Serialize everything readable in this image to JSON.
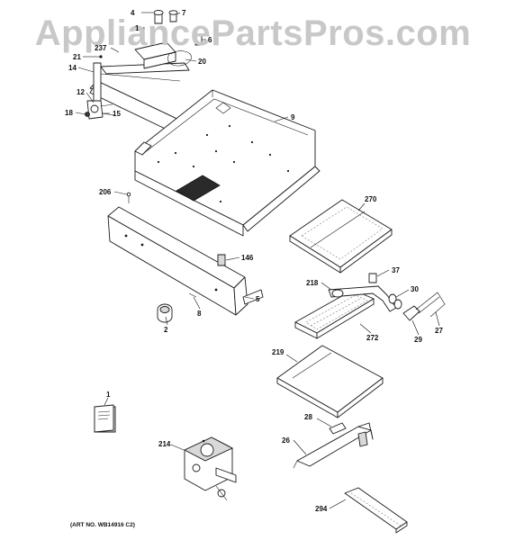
{
  "watermark": "AppliancePartsPros.com",
  "art_number": "(ART NO. WB14916 C2)",
  "callouts": [
    {
      "id": "c4",
      "label": "4"
    },
    {
      "id": "c7",
      "label": "7"
    },
    {
      "id": "c1a",
      "label": "1"
    },
    {
      "id": "c6",
      "label": "6"
    },
    {
      "id": "c237",
      "label": "237"
    },
    {
      "id": "c21",
      "label": "21"
    },
    {
      "id": "c20",
      "label": "20"
    },
    {
      "id": "c14",
      "label": "14"
    },
    {
      "id": "c12",
      "label": "12"
    },
    {
      "id": "c18",
      "label": "18"
    },
    {
      "id": "c15",
      "label": "15"
    },
    {
      "id": "c9",
      "label": "9"
    },
    {
      "id": "c206",
      "label": "206"
    },
    {
      "id": "c270",
      "label": "270"
    },
    {
      "id": "c146",
      "label": "146"
    },
    {
      "id": "c37",
      "label": "37"
    },
    {
      "id": "c218",
      "label": "218"
    },
    {
      "id": "c30",
      "label": "30"
    },
    {
      "id": "c5",
      "label": "5"
    },
    {
      "id": "c8",
      "label": "8"
    },
    {
      "id": "c2",
      "label": "2"
    },
    {
      "id": "c272",
      "label": "272"
    },
    {
      "id": "c29",
      "label": "29"
    },
    {
      "id": "c27",
      "label": "27"
    },
    {
      "id": "c219",
      "label": "219"
    },
    {
      "id": "c1b",
      "label": "1"
    },
    {
      "id": "c28",
      "label": "28"
    },
    {
      "id": "c26",
      "label": "26"
    },
    {
      "id": "c214",
      "label": "214"
    },
    {
      "id": "c294",
      "label": "294"
    }
  ]
}
